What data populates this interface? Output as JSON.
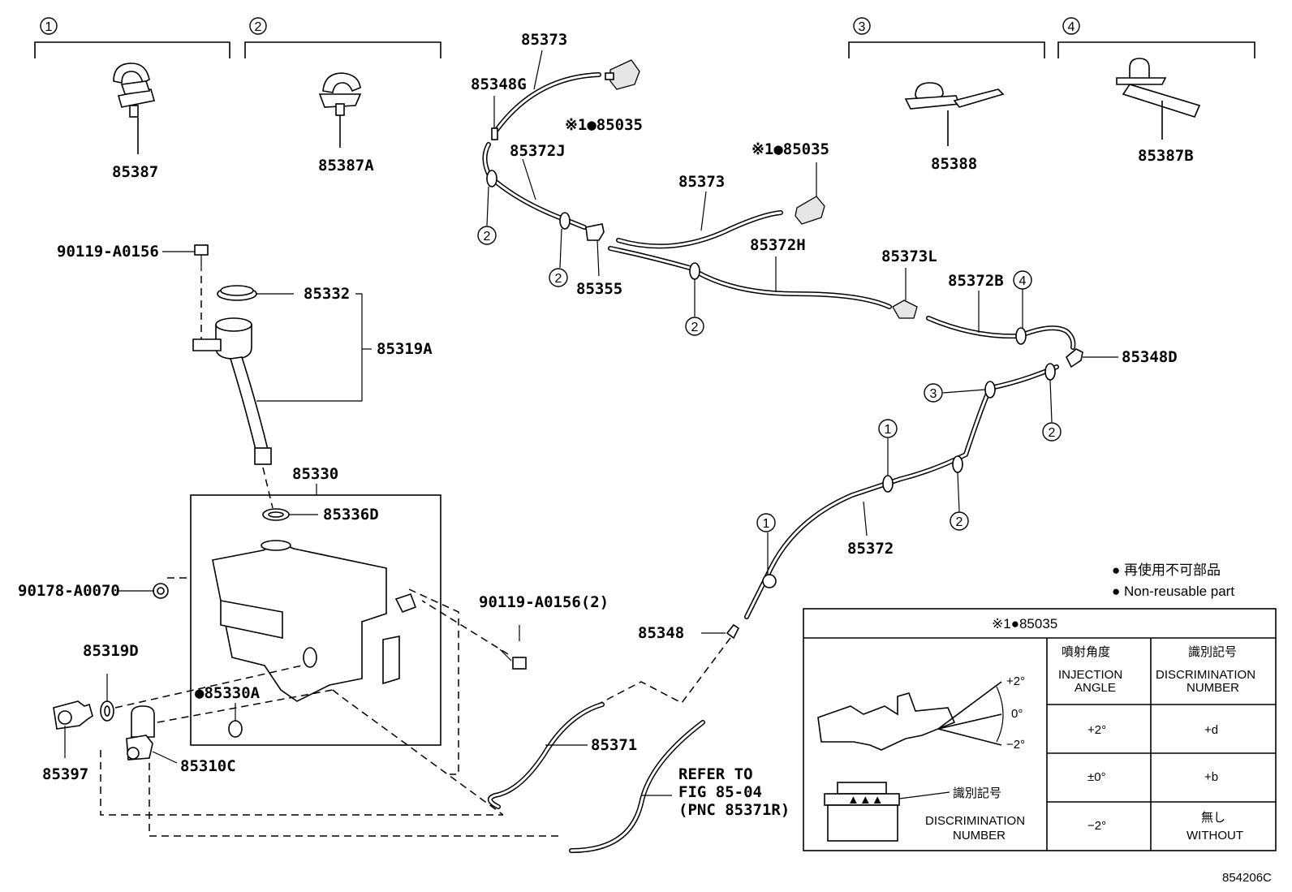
{
  "callouts": {
    "c1": "1",
    "c2": "2",
    "c3": "3",
    "c4": "4"
  },
  "parts": {
    "p85387": "85387",
    "p85387A": "85387A",
    "p85388": "85388",
    "p85387B": "85387B",
    "p85373_top": "85373",
    "p85348G": "85348G",
    "p85035_a": "※1●85035",
    "p85372J": "85372J",
    "p85035_b": "※1●85035",
    "p85373_mid": "85373",
    "p85372H": "85372H",
    "p85373L": "85373L",
    "p85372B": "85372B",
    "p85355": "85355",
    "p85348D": "85348D",
    "p90119_top": "90119-A0156",
    "p85332": "85332",
    "p85319A": "85319A",
    "p85330": "85330",
    "p85336D": "85336D",
    "p90178": "90178-A0070",
    "p90119_2": "90119-A0156(2)",
    "p85319D": "85319D",
    "p85330A": "●85330A",
    "p85397": "85397",
    "p85310C": "85310C",
    "p85371": "85371",
    "p85348": "85348",
    "p85372": "85372",
    "refer1": "REFER TO",
    "refer2": "FIG 85-04",
    "refer3": "(PNC 85371R)"
  },
  "legend": {
    "jp": "● 再使用不可部品",
    "en": "● Non-reusable part"
  },
  "table": {
    "title": "※1●85035",
    "col_angle_jp": "噴射角度",
    "col_angle_en1": "INJECTION",
    "col_angle_en2": "ANGLE",
    "col_disc_jp": "識別記号",
    "col_disc_en1": "DISCRIMINATION",
    "col_disc_en2": "NUMBER",
    "angle_plus": "+2°",
    "angle_zero": "0°",
    "angle_minus": "−2°",
    "disc_label_jp": "識別記号",
    "disc_label_en1": "DISCRIMINATION",
    "disc_label_en2": "NUMBER",
    "rows": [
      {
        "angle": "+2°",
        "disc": "+d",
        "disc2": ""
      },
      {
        "angle": "±0°",
        "disc": "+b",
        "disc2": ""
      },
      {
        "angle": "−2°",
        "disc": "無し",
        "disc2": "WITHOUT"
      }
    ]
  },
  "figure_id": "854206C"
}
